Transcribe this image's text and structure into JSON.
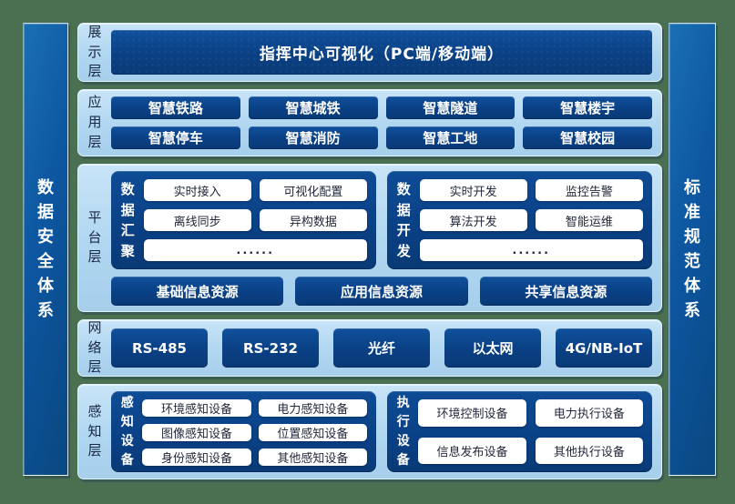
{
  "pillars": {
    "left": "数据安全体系",
    "right": "标准规范体系"
  },
  "layers": {
    "display": {
      "label": "展示层",
      "box": "指挥中心可视化（PC端/移动端）"
    },
    "application": {
      "label": "应用层",
      "items": [
        "智慧铁路",
        "智慧城铁",
        "智慧隧道",
        "智慧楼宇",
        "智慧停车",
        "智慧消防",
        "智慧工地",
        "智慧校园"
      ]
    },
    "platform": {
      "label": "平台层",
      "groups": [
        {
          "title": "数据汇聚",
          "items": [
            "实时接入",
            "可视化配置",
            "离线同步",
            "异构数据"
          ],
          "more": "......"
        },
        {
          "title": "数据开发",
          "items": [
            "实时开发",
            "监控告警",
            "算法开发",
            "智能运维"
          ],
          "more": "......"
        }
      ],
      "resources": [
        "基础信息资源",
        "应用信息资源",
        "共享信息资源"
      ]
    },
    "network": {
      "label": "网络层",
      "items": [
        "RS-485",
        "RS-232",
        "光纤",
        "以太网",
        "4G/NB-IoT"
      ]
    },
    "perception": {
      "label": "感知层",
      "groups": [
        {
          "title": "感知设备",
          "items": [
            "环境感知设备",
            "电力感知设备",
            "图像感知设备",
            "位置感知设备",
            "身份感知设备",
            "其他感知设备"
          ]
        },
        {
          "title": "执行设备",
          "items": [
            "环境控制设备",
            "电力执行设备",
            "信息发布设备",
            "其他执行设备"
          ]
        }
      ]
    }
  },
  "colors": {
    "background_green": "#4a7051",
    "panel_light_blue": "#b3d8f1",
    "box_dark_blue": "#0a4084",
    "pillar_blue": "#0d56a0",
    "white_box": "#ffffff",
    "text_white": "#ffffff",
    "text_dark_navy": "#182744"
  }
}
